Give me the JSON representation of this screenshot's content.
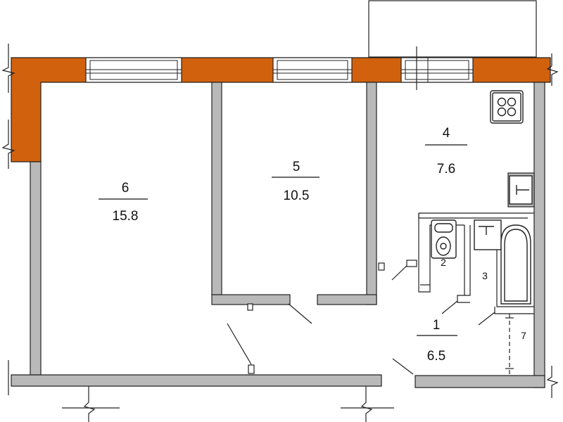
{
  "colors": {
    "exterior_wall": "#d2610d",
    "interior_wall": "#b9b9b9",
    "outline": "#222222",
    "background": "#ffffff"
  },
  "rooms": [
    {
      "id": "6",
      "number": "6",
      "area": "15.8"
    },
    {
      "id": "5",
      "number": "5",
      "area": "10.5"
    },
    {
      "id": "4",
      "number": "4",
      "area": "7.6"
    },
    {
      "id": "1",
      "number": "1",
      "area": "6.5"
    }
  ],
  "small_labels": [
    {
      "id": "toilet",
      "text": "2"
    },
    {
      "id": "bathroom",
      "text": "3"
    },
    {
      "id": "closet",
      "text": "7"
    }
  ],
  "icons": [
    "stove-icon",
    "sink-icon",
    "toilet-icon",
    "bathtub-icon",
    "washbasin-icon"
  ]
}
